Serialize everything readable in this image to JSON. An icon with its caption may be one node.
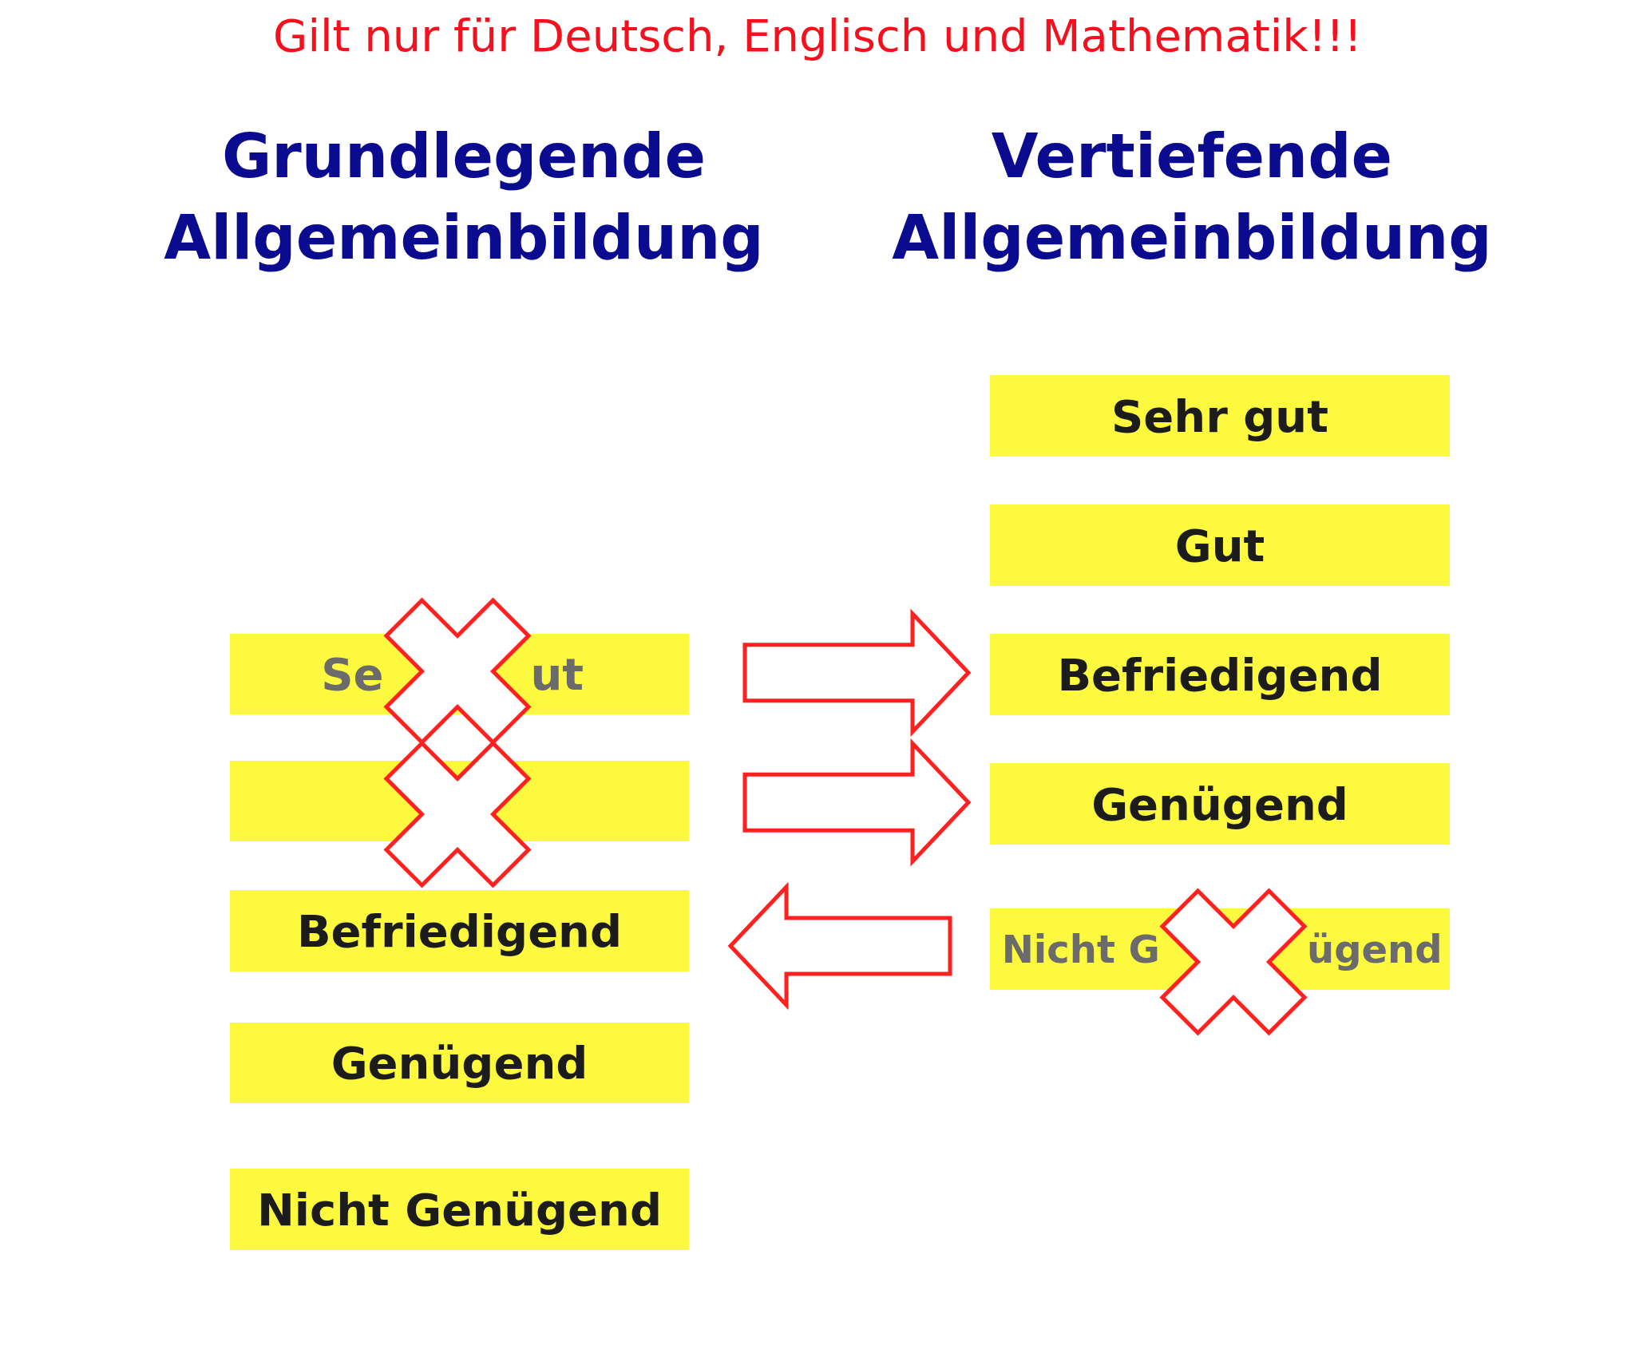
{
  "diagram": {
    "title": "Gilt nur für Deutsch, Englisch und Mathematik!!!",
    "nodes": [
      {
        "text": [
          "Se",
          "ut"
        ]
      },
      {
        "text": [],
        "shape": "box"
      },
      {
        "text": [
          "Befriedigend"
        ]
      },
      {
        "text": [
          "Genügend"
        ]
      },
      {
        "text": [
          "Nicht Genügend"
        ]
      },
      {
        "text": [
          "Sehr gut"
        ]
      },
      {
        "text": [
          "Gut"
        ]
      },
      {
        "text": [
          "Befriedigend"
        ]
      },
      {
        "text": [
          "Genügend"
        ]
      },
      {
        "text": [
          "Nicht G",
          "ügend"
        ]
      }
    ],
    "edges": [
      {
        "from": 0,
        "to": 7,
        "arrow": "to"
      },
      {
        "from": 1,
        "to": 8,
        "arrow": "to"
      },
      {
        "from": 9,
        "to": 2,
        "arrow": "to"
      }
    ],
    "labels": [
      "Grundlegende Allgemeinbildung",
      "Vertiefende Allgemeinbildung"
    ]
  }
}
